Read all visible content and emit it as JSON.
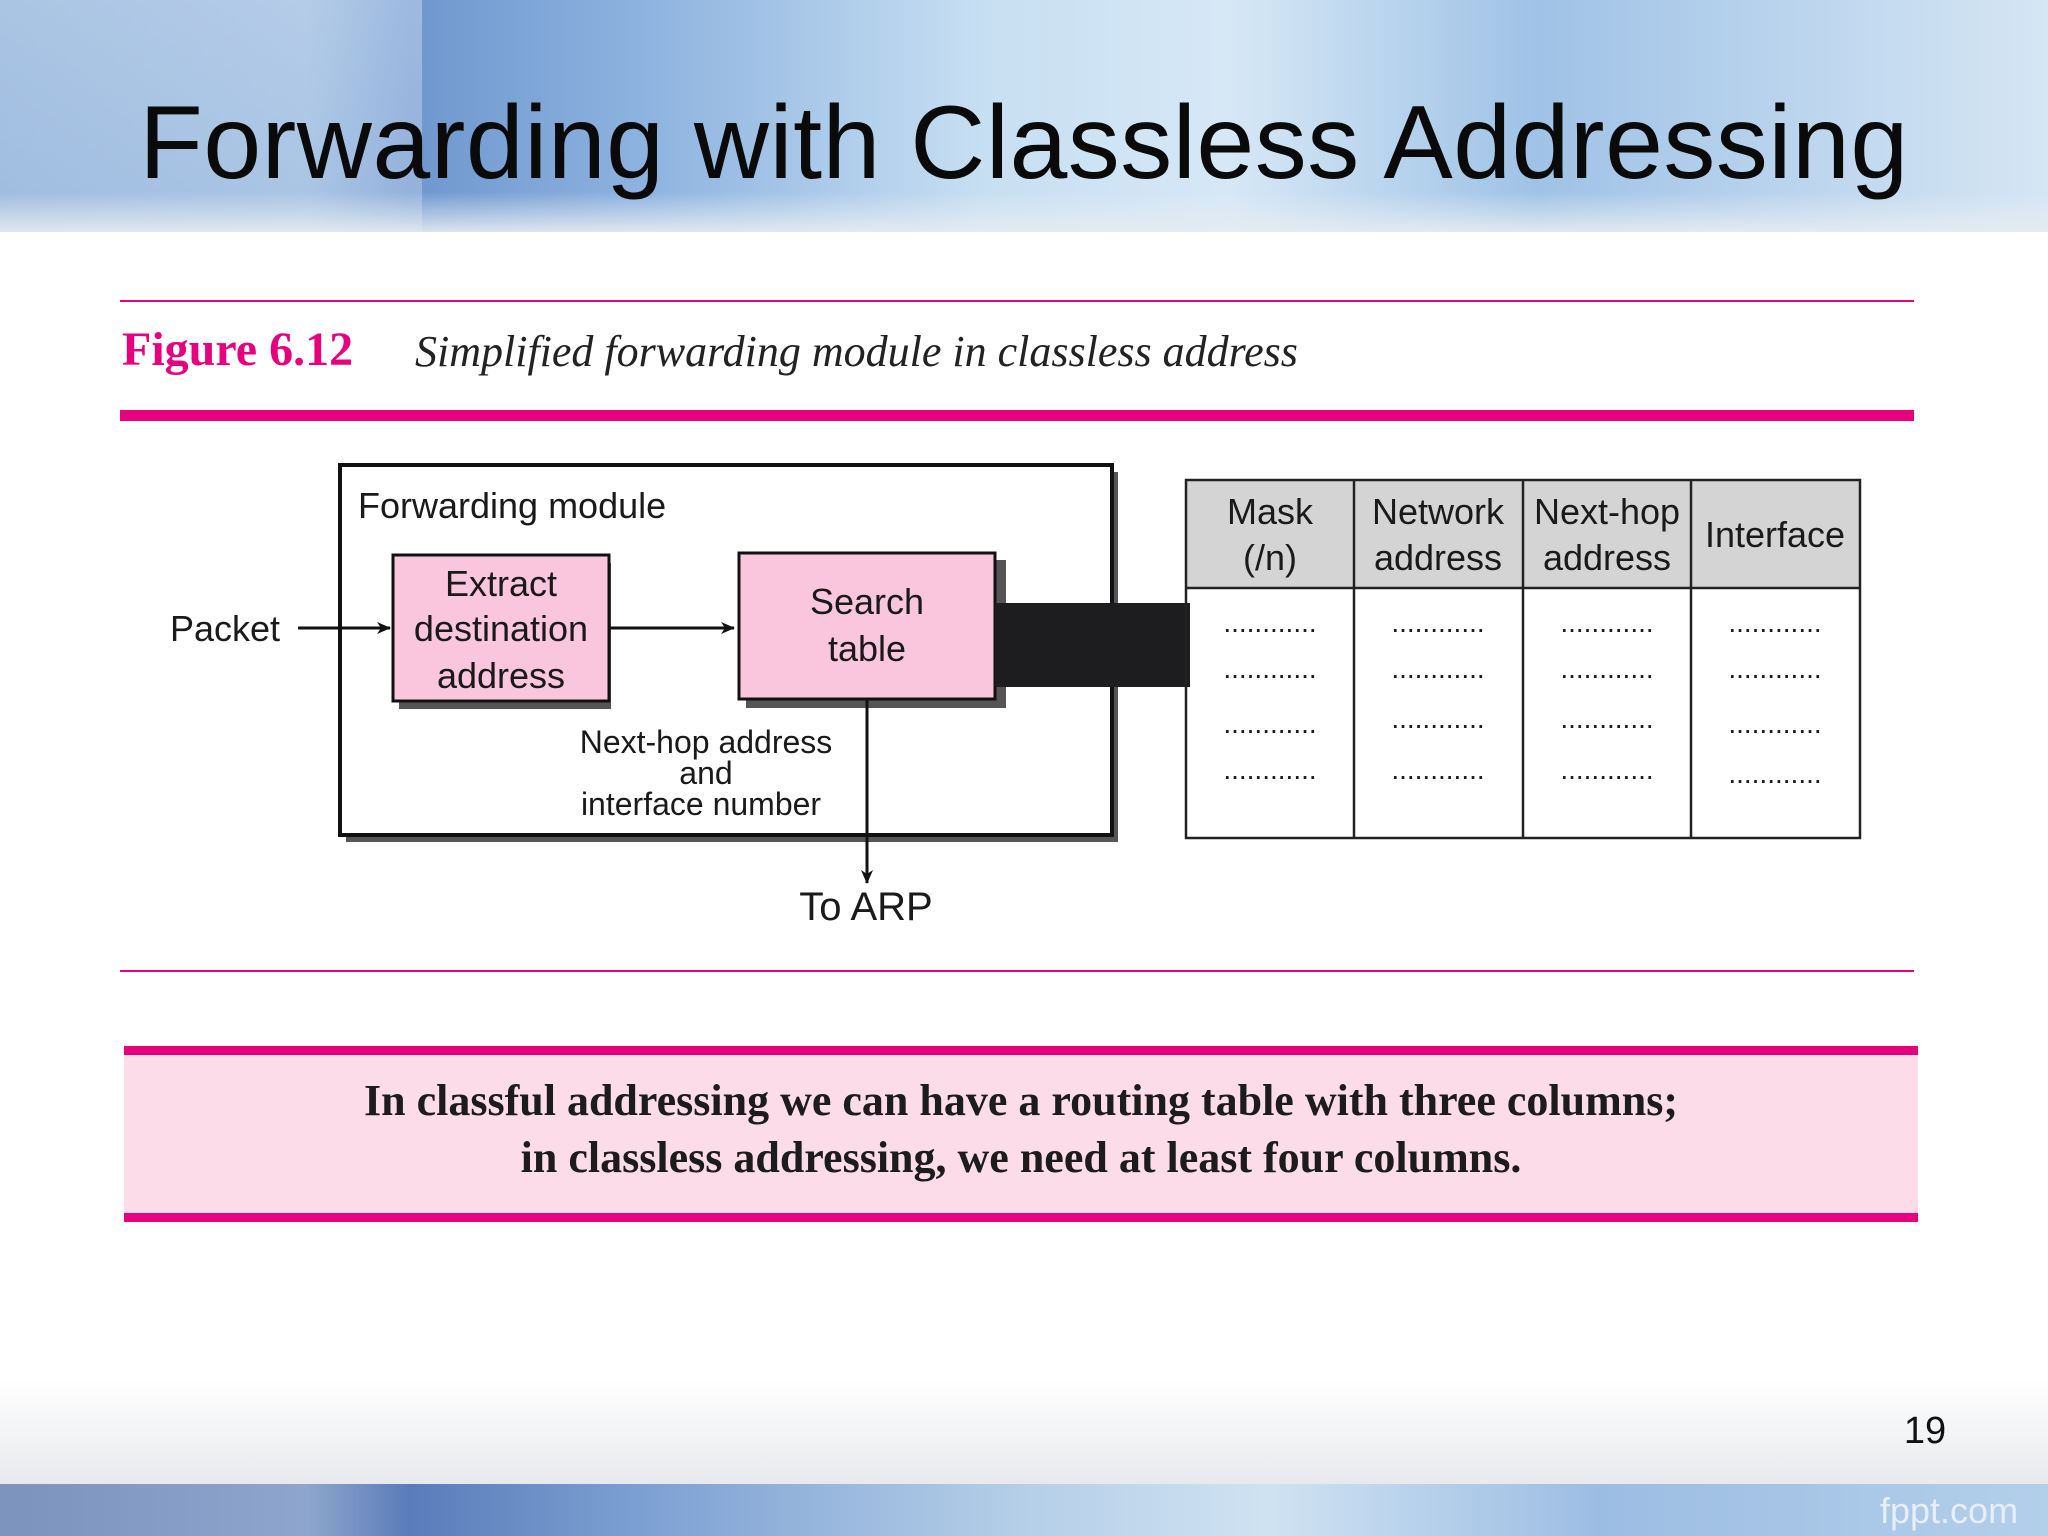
{
  "title": "Forwarding with Classless Addressing",
  "page_number": "19",
  "watermark": "fppt.com",
  "figure": {
    "label": "Figure 6.12",
    "caption": "Simplified forwarding module in classless address"
  },
  "diagram": {
    "module_label": "Forwarding module",
    "input_label": "Packet",
    "extract_box": [
      "Extract",
      "destination",
      "address"
    ],
    "search_box": [
      "Search",
      "table"
    ],
    "output_label": [
      "Next-hop address",
      "and",
      "interface number"
    ],
    "arp_label": "To ARP",
    "table": {
      "headers": [
        [
          "Mask",
          "(/n)"
        ],
        [
          "Network",
          "address"
        ],
        [
          "Next-hop",
          "address"
        ],
        [
          "Interface"
        ]
      ],
      "placeholder": "............"
    }
  },
  "note": {
    "line1": "In classful addressing we can have a routing table with three columns;",
    "line2": "in classless addressing, we need at least four columns."
  },
  "colors": {
    "accent": "#e6007e",
    "box_fill": "#f9c6dd",
    "note_fill": "#fddcea",
    "table_header": "#d4d4d4"
  }
}
